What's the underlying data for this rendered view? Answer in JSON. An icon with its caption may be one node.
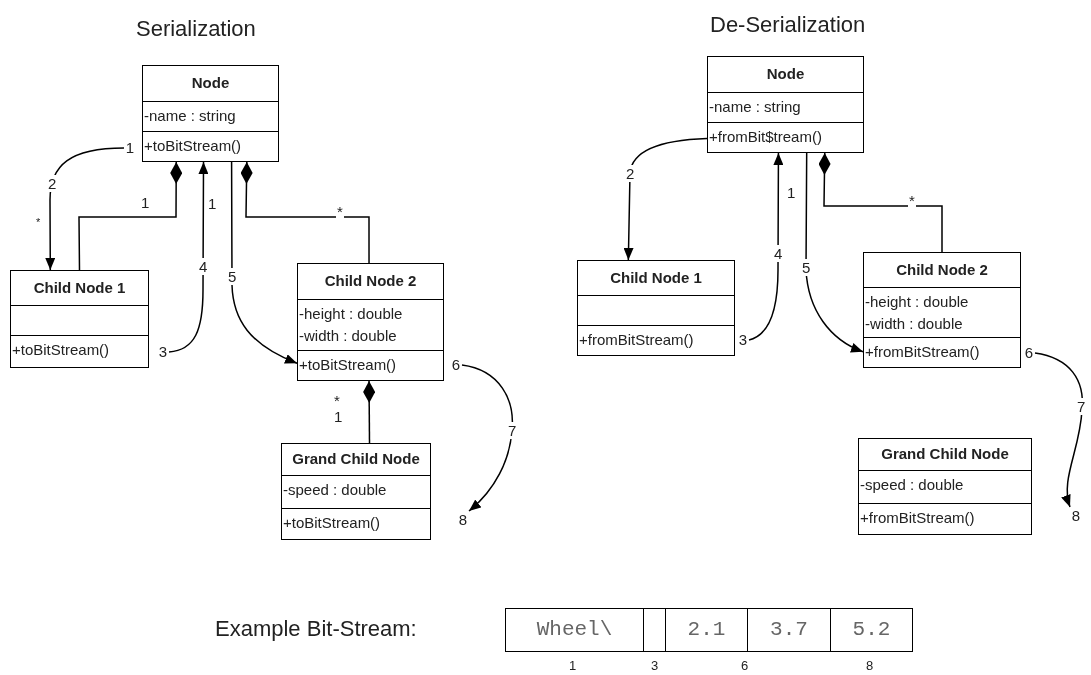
{
  "diagram": {
    "nodes": [
      {
        "text": [
          "Node",
          "-name : string",
          "+toBitStream()"
        ]
      },
      {
        "text": [
          "1"
        ]
      },
      {
        "text": [
          "Child Node 1",
          "+toBitStream()"
        ]
      },
      {
        "text": [
          "3"
        ]
      },
      {
        "text": [
          "Child Node 2",
          "-height : double",
          "-width : double",
          "+toBitStream()"
        ]
      },
      {
        "text": [
          "6"
        ]
      },
      {
        "text": [
          "Grand Child Node",
          "-speed : double",
          "+toBitStream()"
        ]
      },
      {
        "text": [
          "8"
        ]
      },
      {
        "text": [
          "Node",
          "-name : string",
          "+fromBit$tream()"
        ]
      },
      {
        "text": [
          "Child Node 1",
          "+fromBitStream()"
        ]
      },
      {
        "text": [
          "3"
        ]
      },
      {
        "text": [
          "Child Node 2",
          "-height : double",
          "-width : double",
          "+fromBitStream()"
        ]
      },
      {
        "text": [
          "6"
        ]
      },
      {
        "text": [
          "Grand Child Node",
          "-speed : double",
          "+fromBitStream()"
        ]
      },
      {
        "text": [
          "8"
        ]
      },
      {
        "text": [
          "Wheel\\"
        ]
      },
      {
        "text": [],
        "shape": "box"
      },
      {
        "text": [
          "2.1"
        ]
      },
      {
        "text": [
          "3.7"
        ]
      },
      {
        "text": [
          "5.2"
        ]
      }
    ],
    "edges": [
      {
        "from": 0,
        "to": 2,
        "arrow": "other",
        "label": "1"
      },
      {
        "from": 0,
        "to": 4,
        "arrow": "other",
        "label": "*"
      },
      {
        "from": 4,
        "to": 6,
        "arrow": "other",
        "label": "*"
      },
      {
        "from": 1,
        "to": 2,
        "arrow": "to",
        "label": "2"
      },
      {
        "from": 3,
        "to": 0,
        "arrow": "to",
        "label": "4"
      },
      {
        "from": 0,
        "to": 4,
        "arrow": "to",
        "label": "5"
      },
      {
        "from": 5,
        "to": 7,
        "arrow": "to",
        "label": "7"
      },
      {
        "from": 8,
        "to": 11,
        "arrow": "other",
        "label": "*"
      },
      {
        "from": 8,
        "to": 9,
        "arrow": "to",
        "label": "2"
      },
      {
        "from": 10,
        "to": 8,
        "arrow": "to",
        "label": "4"
      },
      {
        "from": 8,
        "to": 11,
        "arrow": "to",
        "label": "5"
      },
      {
        "from": 12,
        "to": 14,
        "arrow": "to",
        "label": "7"
      }
    ],
    "labels": [
      "Serialization",
      "De-Serialization",
      "*",
      "1",
      "1",
      "1",
      "Example Bit-Stream:",
      "1",
      "3",
      "6",
      "8"
    ]
  }
}
